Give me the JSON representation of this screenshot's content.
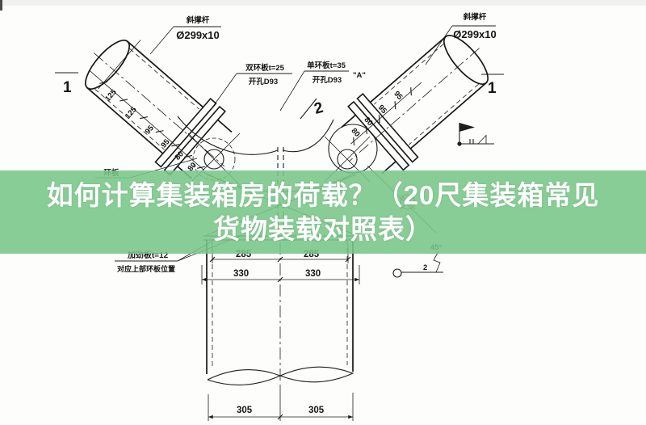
{
  "banner": {
    "line1": "如何计算集装箱房的荷载？（20尺集装箱常见",
    "line2": "货物装载对照表）"
  },
  "colors": {
    "banner_bg": "#79c688",
    "banner_text": "#ffffff",
    "line": "#1d1d1d"
  },
  "annotations": {
    "left_pipe_name": "斜撑杆",
    "left_pipe_spec": "Ø299x10",
    "right_pipe_name": "斜撑杆",
    "right_pipe_spec": "Ø299x10",
    "ring_plate_left_line1": "双环板t=25",
    "ring_plate_left_line2": "开孔D93",
    "ring_plate_right_line1": "单环板t=35",
    "ring_plate_right_line2": "开孔D93",
    "detail_mark": "\"A\"",
    "stiffener_line1": "加劲板t=12",
    "stiffener_line2": "对应上部环板位置",
    "gusset_label": "环板",
    "weld_angle": "45°",
    "weld_gap": "2",
    "section_left": "1",
    "section_right": "1",
    "section_center": "2"
  },
  "dims": {
    "left_pipe": [
      "125",
      "125",
      "95",
      "95",
      "80",
      "80"
    ],
    "right_pipe": [
      "95",
      "95",
      "80",
      "80"
    ],
    "col_row1": [
      "285",
      "285"
    ],
    "col_row2": [
      "330",
      "330"
    ],
    "col_bottom": [
      "305",
      "305"
    ]
  }
}
